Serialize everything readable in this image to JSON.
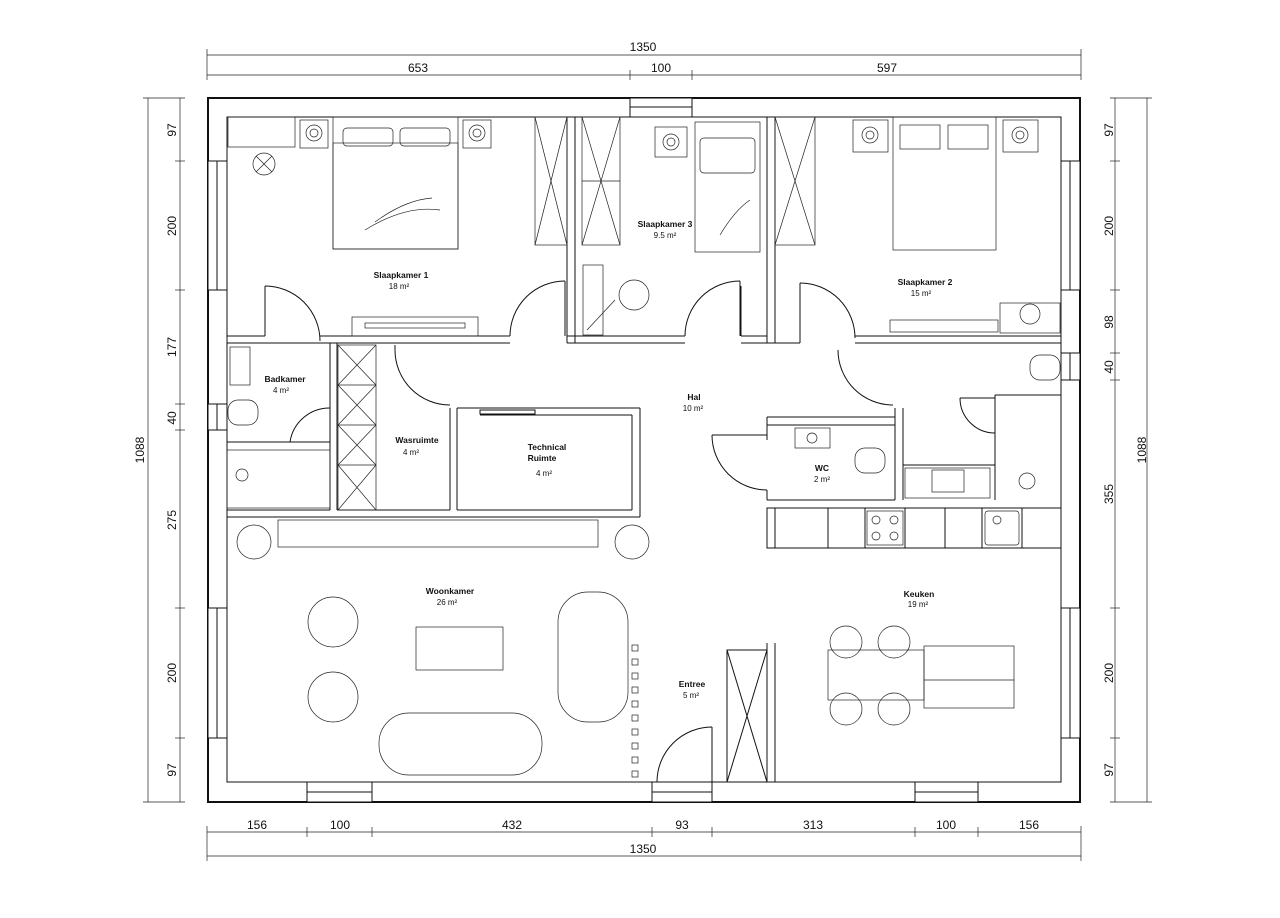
{
  "dimensions": {
    "top_total": "1350",
    "top_segments": [
      "653",
      "100",
      "597"
    ],
    "bottom_total": "1350",
    "bottom_segments": [
      "156",
      "100",
      "432",
      "93",
      "313",
      "100",
      "156"
    ],
    "left_total": "1088",
    "left_segments": [
      "97",
      "200",
      "177",
      "40",
      "275",
      "200",
      "97"
    ],
    "right_total": "1088",
    "right_segments": [
      "97",
      "200",
      "98",
      "40",
      "355",
      "200",
      "97"
    ]
  },
  "rooms": [
    {
      "name": "Slaapkamer 1",
      "area": "18 m²"
    },
    {
      "name": "Slaapkamer 3",
      "area": "9.5 m²"
    },
    {
      "name": "Slaapkamer 2",
      "area": "15 m²"
    },
    {
      "name": "Badkamer",
      "area": "4 m²"
    },
    {
      "name": "Wasruimte",
      "area": "4 m²"
    },
    {
      "name_line1": "Technical",
      "name_line2": "Ruimte",
      "area": "4 m²"
    },
    {
      "name": "Hal",
      "area": "10 m²"
    },
    {
      "name": "WC",
      "area": "2 m²"
    },
    {
      "name": "Woonkamer",
      "area": "26 m²"
    },
    {
      "name": "Entree",
      "area": "5 m²"
    },
    {
      "name": "Keuken",
      "area": "19 m²"
    }
  ],
  "colors": {
    "line": "#111111",
    "background": "#ffffff"
  }
}
